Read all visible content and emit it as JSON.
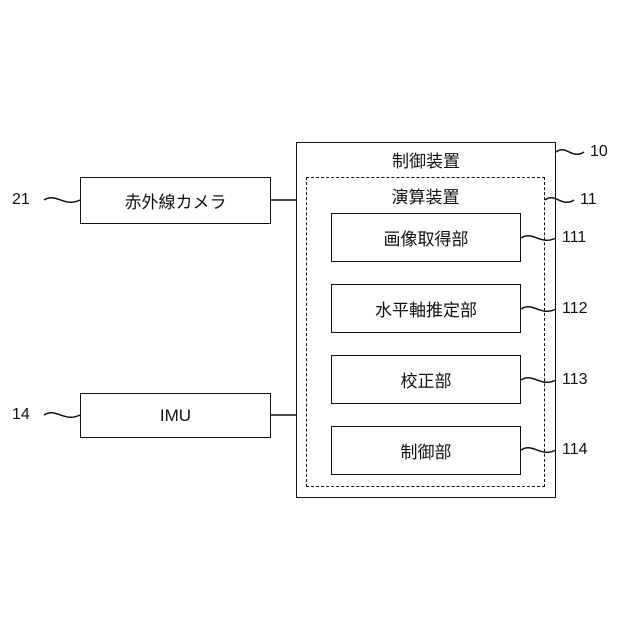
{
  "control_device": {
    "title": "制御装置",
    "ref": "10"
  },
  "compute_device": {
    "title": "演算装置",
    "ref": "11"
  },
  "units": [
    {
      "label": "画像取得部",
      "ref": "111"
    },
    {
      "label": "水平軸推定部",
      "ref": "112"
    },
    {
      "label": "校正部",
      "ref": "113"
    },
    {
      "label": "制御部",
      "ref": "114"
    }
  ],
  "infrared_camera": {
    "label": "赤外線カメラ",
    "ref": "21"
  },
  "imu": {
    "label": "IMU",
    "ref": "14"
  }
}
